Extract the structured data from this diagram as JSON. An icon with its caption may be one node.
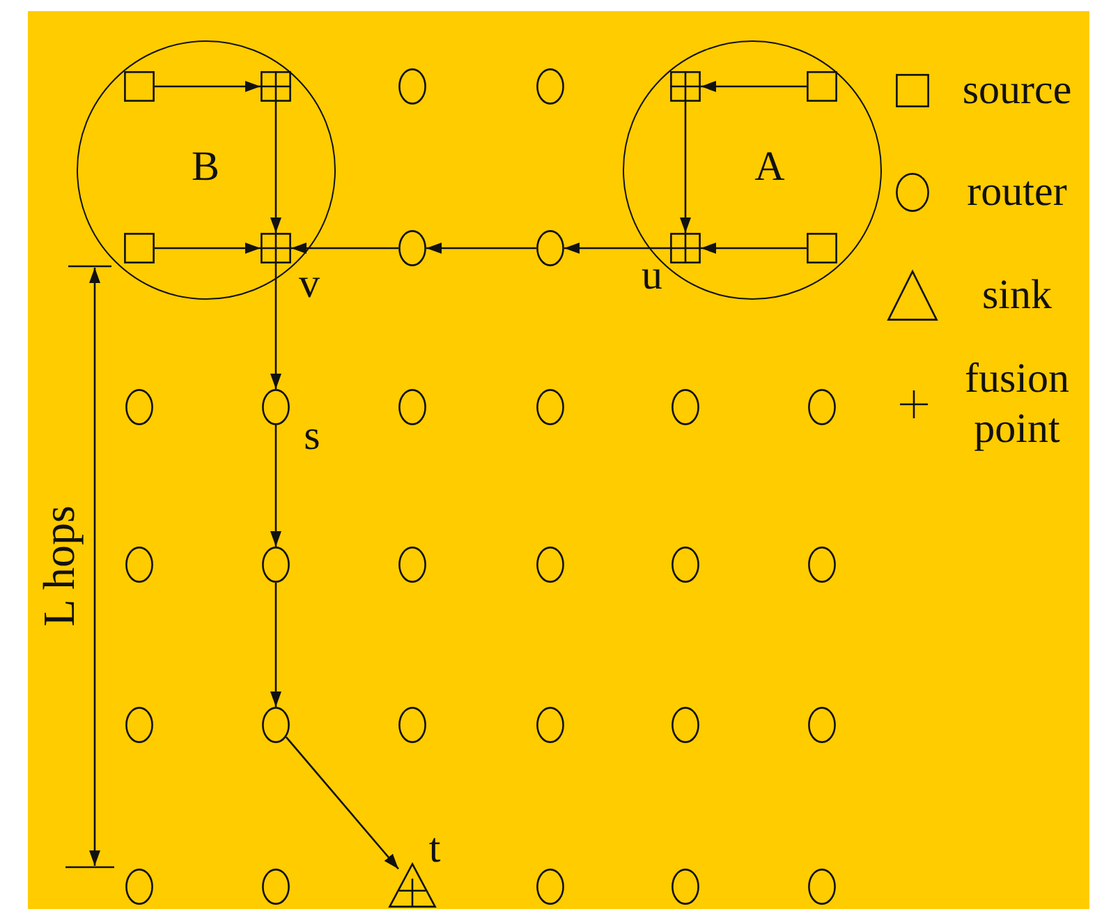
{
  "diagram": {
    "nodes": [
      {
        "text": [
          "B"
        ]
      },
      {
        "text": [],
        "shape": "box",
        "in": 0
      },
      {
        "text": [],
        "shape": "grid",
        "in": 0
      },
      {
        "text": [],
        "shape": "box",
        "in": 0
      },
      {
        "text": [],
        "shape": "grid",
        "in": 0,
        "beside": [
          "v"
        ]
      },
      {
        "text": [],
        "shape": "circle"
      },
      {
        "text": [],
        "shape": "circle"
      },
      {
        "text": [
          "A"
        ]
      },
      {
        "text": [],
        "shape": "grid",
        "in": 7
      },
      {
        "text": [],
        "shape": "box",
        "in": 7
      },
      {
        "text": [],
        "shape": "grid",
        "in": 7,
        "beside": [
          "u"
        ]
      },
      {
        "text": [],
        "shape": "box",
        "in": 7
      },
      {
        "text": [],
        "shape": "circle"
      },
      {
        "text": [],
        "shape": "circle"
      },
      {
        "text": [],
        "shape": "circle"
      },
      {
        "text": [],
        "shape": "circle",
        "beside": [
          "s"
        ]
      },
      {
        "text": [],
        "shape": "circle"
      },
      {
        "text": [],
        "shape": "circle"
      },
      {
        "text": [],
        "shape": "circle"
      },
      {
        "text": [],
        "shape": "circle"
      },
      {
        "text": [],
        "shape": "circle"
      },
      {
        "text": [],
        "shape": "circle"
      },
      {
        "text": [],
        "shape": "circle"
      },
      {
        "text": [],
        "shape": "circle"
      },
      {
        "text": [],
        "shape": "circle"
      },
      {
        "text": [],
        "shape": "circle"
      },
      {
        "text": [],
        "shape": "circle"
      },
      {
        "text": [],
        "shape": "circle"
      },
      {
        "text": [],
        "shape": "circle"
      },
      {
        "text": [],
        "shape": "circle"
      },
      {
        "text": [],
        "shape": "circle"
      },
      {
        "text": [],
        "shape": "circle"
      },
      {
        "text": [],
        "shape": "circle"
      },
      {
        "text": [],
        "shape": "circle"
      },
      {
        "text": [],
        "shape": "triangle",
        "beside": [
          "t"
        ]
      },
      {
        "text": [],
        "shape": "circle"
      },
      {
        "text": [],
        "shape": "circle"
      },
      {
        "text": [],
        "shape": "circle"
      }
    ],
    "edges": [
      {
        "from": 1,
        "to": 2,
        "arrow": "to"
      },
      {
        "from": 2,
        "to": 4,
        "arrow": "to"
      },
      {
        "from": 3,
        "to": 4,
        "arrow": "to"
      },
      {
        "from": 9,
        "to": 8,
        "arrow": "to"
      },
      {
        "from": 8,
        "to": 10,
        "arrow": "to"
      },
      {
        "from": 11,
        "to": 10,
        "arrow": "to"
      },
      {
        "from": 10,
        "to": 13,
        "arrow": "to"
      },
      {
        "from": 13,
        "to": 12,
        "arrow": "to"
      },
      {
        "from": 12,
        "to": 4,
        "arrow": "to"
      },
      {
        "from": 4,
        "to": 15,
        "arrow": "to"
      },
      {
        "from": 15,
        "to": 21,
        "arrow": "to"
      },
      {
        "from": 21,
        "to": 27,
        "arrow": "to"
      },
      {
        "from": 27,
        "to": 34,
        "arrow": "to"
      }
    ],
    "labels": [
      "L hops"
    ],
    "legend": [
      {
        "text": "source"
      },
      {
        "text": "router"
      },
      {
        "text": "sink"
      },
      {
        "text": "fusion point"
      }
    ]
  }
}
